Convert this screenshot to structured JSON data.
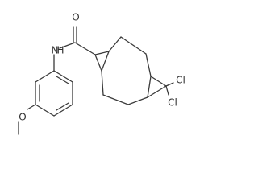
{
  "molecule": {
    "atoms": {
      "carbonyl_oxygen": "O",
      "amide_n": "N",
      "amide_h": "H",
      "methoxy_oxygen": "O",
      "chlorine_1": "Cl",
      "chlorine_2": "Cl"
    }
  }
}
